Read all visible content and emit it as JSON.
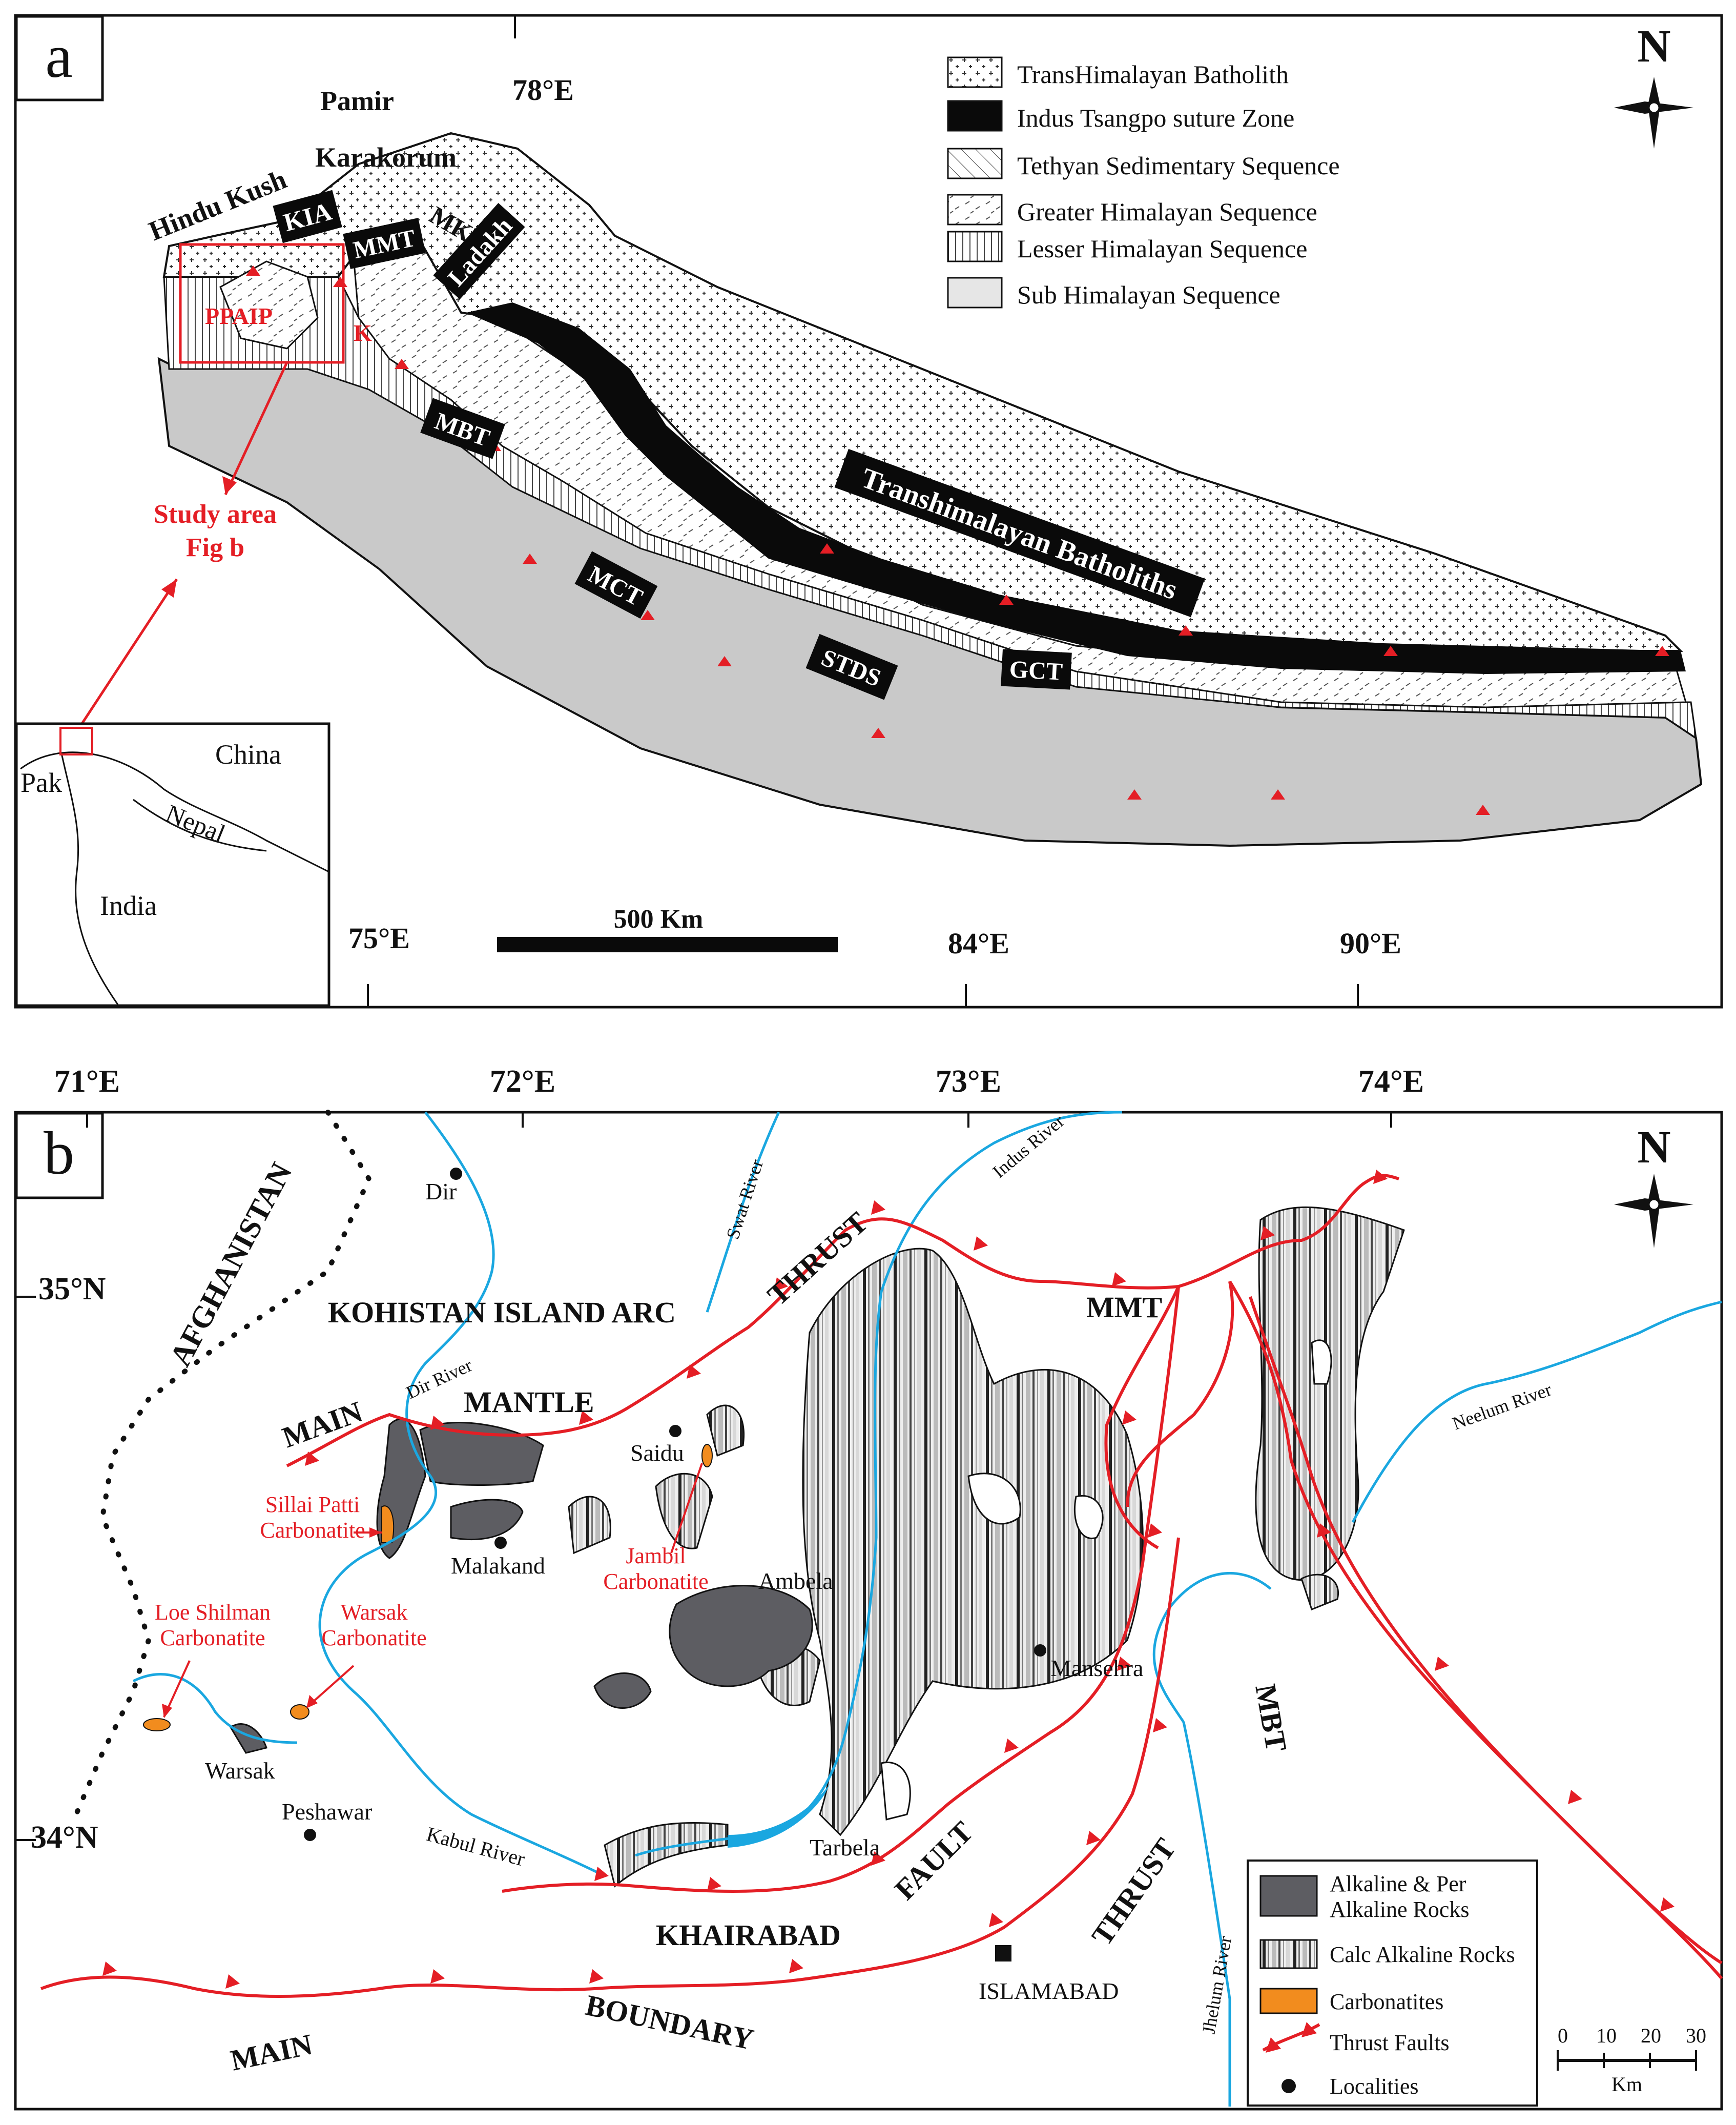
{
  "panel_a": {
    "tag": "a",
    "north": "N",
    "lon_labels": {
      "l78": "78°E",
      "l75": "75°E",
      "l84": "84°E",
      "l90": "90°E"
    },
    "scalebar": "500 Km",
    "legend": [
      {
        "label": "TransHimalayan Batholith"
      },
      {
        "label": "Indus Tsangpo suture Zone"
      },
      {
        "label": "Tethyan Sedimentary Sequence"
      },
      {
        "label": "Greater Himalayan Sequence"
      },
      {
        "label": "Lesser Himalayan Sequence"
      },
      {
        "label": "Sub Himalayan Sequence"
      }
    ],
    "labels": {
      "pamir": "Pamir",
      "karakorum": "Karakorum",
      "hindukush": "Hindu Kush",
      "kia": "KIA",
      "mmt": "MMT",
      "mkt": "MKT",
      "ladakh": "Ladakh",
      "ppaip": "PPAIP",
      "k": "K",
      "mbt": "MBT",
      "mct": "MCT",
      "stds": "STDS",
      "gct": "GCT",
      "batholith": "Transhimalayan Batholiths",
      "study1": "Study area",
      "study2": "Fig b"
    },
    "inset": {
      "china": "China",
      "pak": "Pak",
      "nepal": "Nepal",
      "india": "India"
    }
  },
  "panel_b": {
    "tag": "b",
    "north": "N",
    "lon_labels": {
      "l71": "71°E",
      "l72": "72°E",
      "l73": "73°E",
      "l74": "74°E"
    },
    "lat_labels": {
      "l35": "35°N",
      "l34": "34°N"
    },
    "labels": {
      "afghanistan": "AFGHANISTAN",
      "kia": "KOHISTAN ISLAND ARC",
      "thrust1": "THRUST",
      "mmt": "MMT",
      "main1": "MAIN",
      "mantle": "MANTLE",
      "dir": "Dir",
      "dir_river": "Dir River",
      "swat_river": "Swat River",
      "indus_river": "Indus River",
      "neelum_river": "Neelum River",
      "saidu": "Saidu",
      "malakand": "Malakand",
      "ambela": "Ambela",
      "mansehra": "Mansehra",
      "mbt": "MBT",
      "warsak": "Warsak",
      "peshawar": "Peshawar",
      "kabul_river": "Kabul River",
      "tarbela": "Tarbela",
      "fault": "FAULT",
      "khairabad": "KHAIRABAD",
      "thrust2": "THRUST",
      "jhelum_river": "Jhelum River",
      "islamabad": "ISLAMABAD",
      "main2": "MAIN",
      "boundary": "BOUNDARY",
      "sillai1": "Sillai Patti",
      "sillai2": "Carbonatite",
      "jambil1": "Jambil",
      "jambil2": "Carbonatite",
      "loe1": "Loe Shilman",
      "loe2": "Carbonatite",
      "warsak_c1": "Warsak",
      "warsak_c2": "Carbonatite"
    },
    "legend": [
      {
        "label": "Alkaline & Per"
      },
      {
        "label": "Alkaline Rocks"
      },
      {
        "label": "Calc Alkaline Rocks"
      },
      {
        "label": "Carbonatites"
      },
      {
        "label": "Thrust Faults"
      },
      {
        "label": "Localities"
      }
    ],
    "scale": {
      "ticks": [
        "0",
        "10",
        "20",
        "30"
      ],
      "unit": "Km"
    }
  },
  "colors": {
    "thrust": "#e41e25",
    "river": "#1aa7e0",
    "alkaline": "#5d5d62",
    "carbonatite": "#f28c1e",
    "sub": "#c9c9c9",
    "suture": "#0a0a0a"
  }
}
